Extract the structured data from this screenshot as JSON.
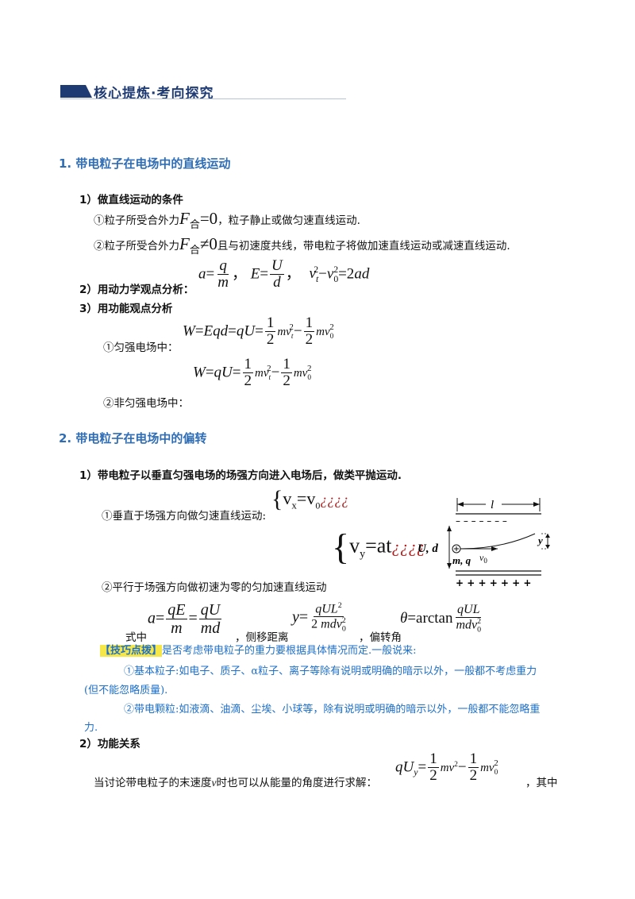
{
  "header": {
    "title": "核心提炼·考向探究",
    "bar_color": "#1f3b73",
    "title_color": "#1f3b73"
  },
  "section1": {
    "title": "1.  带电粒子在电场中的直线运动",
    "sub1": {
      "title": "1）做直线运动的条件",
      "line1_prefix": "①粒子所受合外力",
      "line1_math": "F合=0",
      "line1_suffix": "，粒子静止或做匀速直线运动.",
      "line2_prefix": "②粒子所受合外力",
      "line2_math": "F合≠0",
      "line2_suffix": "且与初速度共线，带电粒子将做加速直线运动或减速直线运动."
    },
    "sub2": {
      "title": "2）用动力学观点分析："
    },
    "sub3": {
      "title": "3）用功能观点分析",
      "uniform": "①匀强电场中：",
      "nonuniform": "②非匀强电场中："
    }
  },
  "section2": {
    "title": "2.  带电粒子在电场中的偏转",
    "sub1": {
      "title": "1）带电粒子以垂直匀强电场的场强方向进入电场后，做类平抛运动.",
      "perp": "①垂直于场强方向做匀速直线运动:",
      "parallel": "②平行于场强方向做初速为零的匀加速直线运动",
      "vx": "v",
      "vy": "v",
      "garble1": "¿¿¿¿",
      "garble2": "¿¿¿¿"
    },
    "formula_line": {
      "prefix": "式中",
      "mid": "，侧移距离",
      "suffix": "，偏转角"
    },
    "tip": {
      "label": "【技巧点拨】",
      "label_bg": "#f5e64a",
      "intro": "是否考虑带电粒子的重力要根据具体情况而定.一般说来:",
      "item1_a": "①基本粒子:如电子、质子、α粒子、离子等除有说明或明确的暗示以外，一般都不考虑重力",
      "item1_b": "(但不能忽略质量).",
      "item2_a": "②带电颗粒:如液滴、油滴、尘埃、小球等，除有说明或明确的暗示以外，一般都不能忽略重",
      "item2_b": "力."
    },
    "sub2": {
      "title": "2）功能关系",
      "text_prefix": "当讨论带电粒子的末速度",
      "text_var": "v",
      "text_mid": "时也可以从能量的角度进行求解：",
      "text_suffix": "，其中"
    },
    "diagram": {
      "l_label": "l",
      "ud_label": "U, d",
      "mq_label": "m, q",
      "v0_label": "v",
      "y_label": "y",
      "minus_row": "– – – – – – –",
      "plus_row": "+ + + + + + +"
    }
  }
}
